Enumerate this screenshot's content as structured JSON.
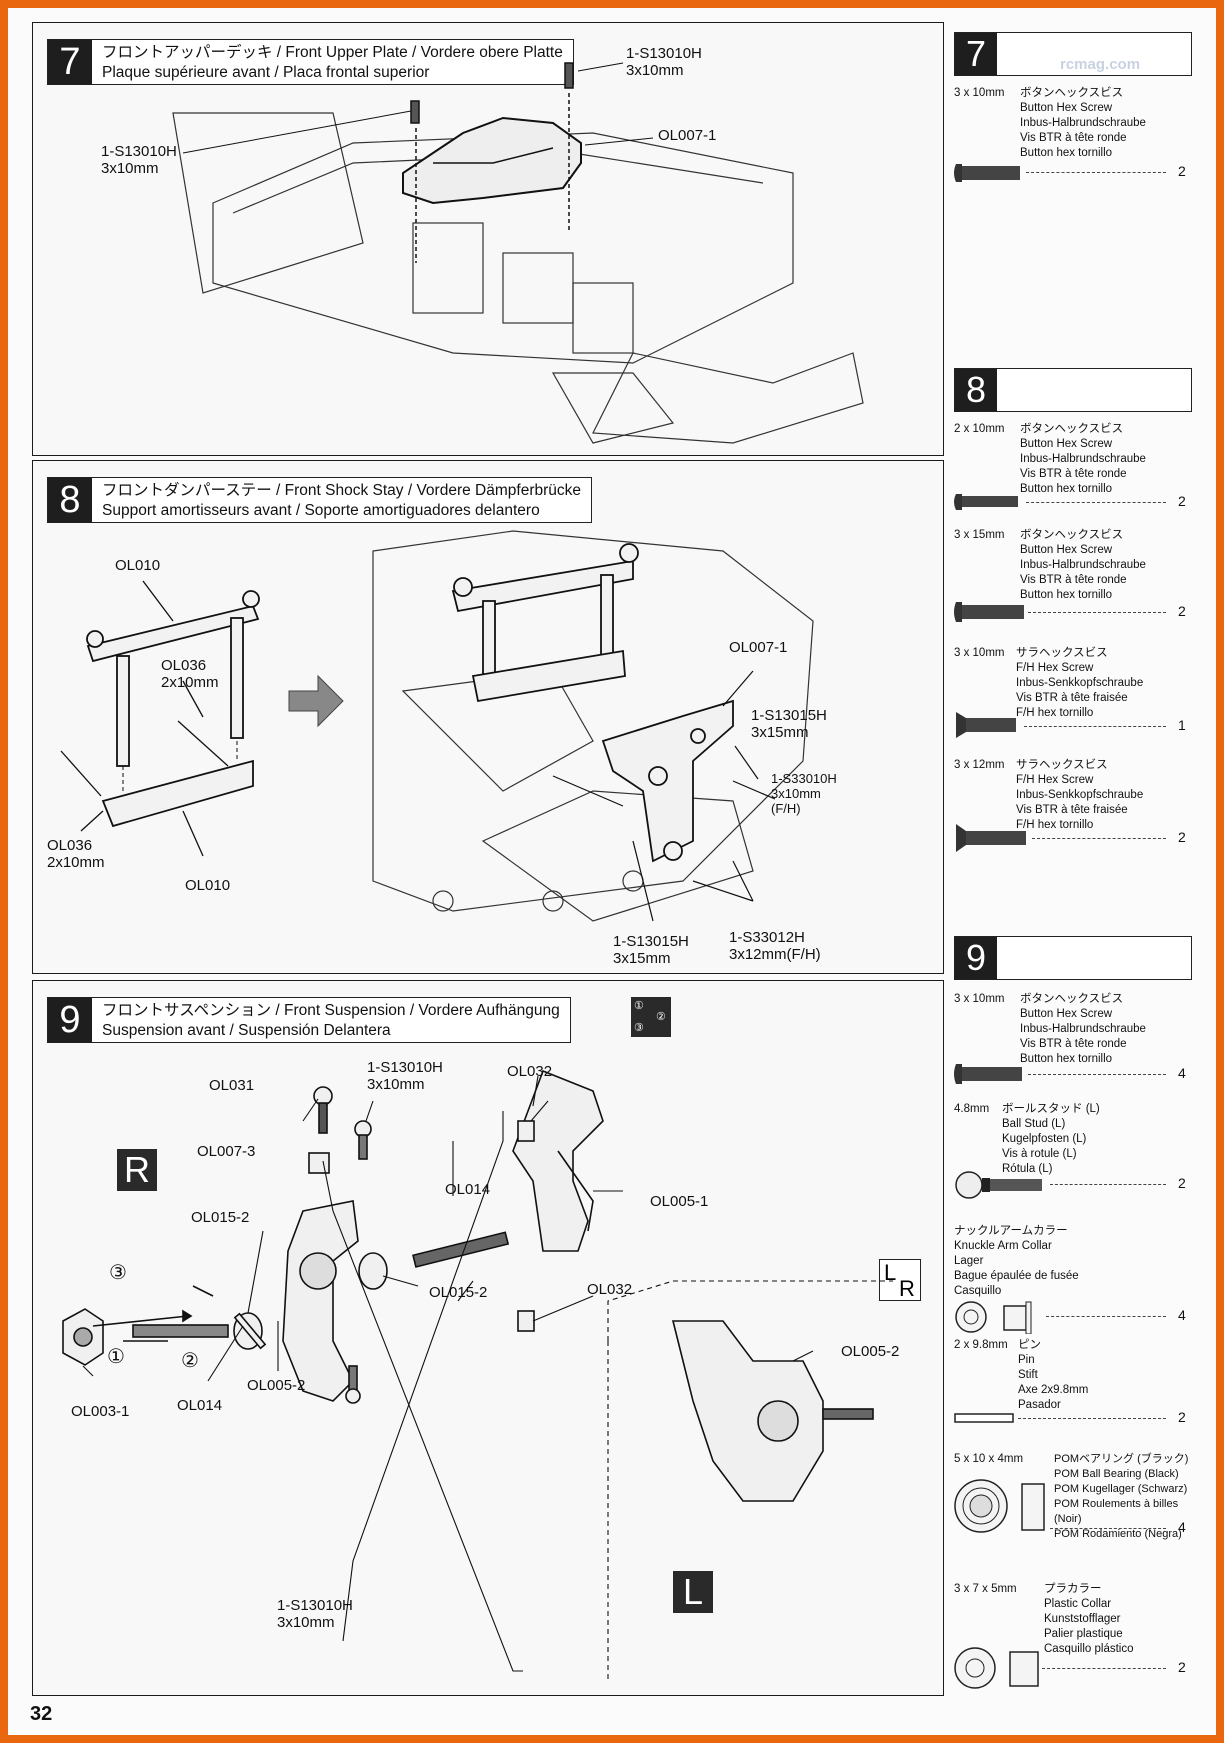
{
  "page_number": "32",
  "watermark": "rcmag.com",
  "steps": [
    {
      "number": "7",
      "title_line1": "フロントアッパーデッキ / Front Upper Plate / Vordere obere Platte",
      "title_line2": "Plaque supérieure avant / Placa frontal superior",
      "callouts": {
        "screw_top_right": [
          "1-S13010H",
          "3x10mm"
        ],
        "screw_left": [
          "1-S13010H",
          "3x10mm"
        ],
        "plate": [
          "OL007-1"
        ]
      }
    },
    {
      "number": "8",
      "title_line1": "フロントダンパーステー / Front Shock Stay / Vordere Dämpferbrücke",
      "title_line2": "Support amortisseurs avant / Soporte amortiguadores delantero",
      "callouts": {
        "stay_top": [
          "OL010"
        ],
        "screw_mid": [
          "OL036",
          "2x10mm"
        ],
        "screw_left": [
          "OL036",
          "2x10mm"
        ],
        "stay_bottom": [
          "OL010"
        ],
        "shock_tower": [
          "OL007-1"
        ],
        "screw_15a": [
          "1-S13015H",
          "3x15mm"
        ],
        "screw_fh10": [
          "1-S33010H",
          "3x10mm",
          "(F/H)"
        ],
        "screw_15b": [
          "1-S13015H",
          "3x15mm"
        ],
        "screw_fh12": [
          "1-S33012H",
          "3x12mm(F/H)"
        ]
      }
    },
    {
      "number": "9",
      "title_line1": "フロントサスペンション / Front Suspension / Vordere Aufhängung",
      "title_line2": "Suspension avant / Suspensión Delantera",
      "side_R": "R",
      "side_L": "L",
      "lr_mark": [
        "L",
        "R"
      ],
      "order_icon": [
        "①",
        "②",
        "③"
      ],
      "callouts": {
        "ol031": [
          "OL031"
        ],
        "screw_top": [
          "1-S13010H",
          "3x10mm"
        ],
        "ol032_top": [
          "OL032"
        ],
        "ol007_3": [
          "OL007-3"
        ],
        "ol014_top": [
          "OL014"
        ],
        "ol005_1": [
          "OL005-1"
        ],
        "ol015_2a": [
          "OL015-2"
        ],
        "ol015_2b": [
          "OL015-2"
        ],
        "ol032_bottom": [
          "OL032"
        ],
        "ol005_2_right": [
          "OL005-2"
        ],
        "ol003_1": [
          "OL003-1"
        ],
        "ol014_bottom": [
          "OL014"
        ],
        "ol005_2_left": [
          "OL005-2"
        ],
        "screw_bottom": [
          "1-S13010H",
          "3x10mm"
        ],
        "step_marks": [
          "③",
          "①",
          "②"
        ]
      }
    }
  ],
  "parts_lists": [
    {
      "step": "7",
      "parts": [
        {
          "size": "3 x 10mm",
          "names": [
            "ボタンヘックスビス",
            "Button Hex Screw",
            "Inbus-Halbrundschraube",
            "Vis BTR à tête ronde",
            "Button hex tornillo"
          ],
          "qty": "2"
        }
      ]
    },
    {
      "step": "8",
      "parts": [
        {
          "size": "2 x 10mm",
          "names": [
            "ボタンヘックスビス",
            "Button Hex Screw",
            "Inbus-Halbrundschraube",
            "Vis BTR à tête ronde",
            "Button hex tornillo"
          ],
          "qty": "2"
        },
        {
          "size": "3 x 15mm",
          "names": [
            "ボタンヘックスビス",
            "Button Hex Screw",
            "Inbus-Halbrundschraube",
            "Vis BTR à tête ronde",
            "Button hex tornillo"
          ],
          "qty": "2"
        },
        {
          "size": "3 x 10mm",
          "names": [
            "サラヘックスビス",
            "F/H Hex Screw",
            "Inbus-Senkkopfschraube",
            "Vis BTR à tête fraisée",
            "F/H hex tornillo"
          ],
          "qty": "1"
        },
        {
          "size": "3 x 12mm",
          "names": [
            "サラヘックスビス",
            "F/H Hex Screw",
            "Inbus-Senkkopfschraube",
            "Vis BTR à tête fraisée",
            "F/H hex tornillo"
          ],
          "qty": "2"
        }
      ]
    },
    {
      "step": "9",
      "parts": [
        {
          "size": "3 x 10mm",
          "names": [
            "ボタンヘックスビス",
            "Button Hex Screw",
            "Inbus-Halbrundschraube",
            "Vis BTR à tête ronde",
            "Button hex tornillo"
          ],
          "qty": "4"
        },
        {
          "size": "4.8mm",
          "names": [
            "ボールスタッド (L)",
            "Ball Stud (L)",
            "Kugelpfosten (L)",
            "Vis à rotule (L)",
            "Rótula (L)"
          ],
          "qty": "2"
        },
        {
          "size": "",
          "names": [
            "ナックルアームカラー",
            "Knuckle Arm Collar",
            "Lager",
            "Bague épaulée de fusée",
            "Casquillo"
          ],
          "qty": "4"
        },
        {
          "size": "2 x 9.8mm",
          "names": [
            "ピン",
            "Pin",
            "Stift",
            "Axe 2x9.8mm",
            "Pasador"
          ],
          "qty": "2"
        },
        {
          "size": "5 x 10 x 4mm",
          "names": [
            "POMベアリング (ブラック)",
            "POM Ball Bearing (Black)",
            "POM Kugellager (Schwarz)",
            "POM Roulements à billes (Noir)",
            "POM Rodamiento (Negra)"
          ],
          "qty": "4"
        },
        {
          "size": "3 x 7 x 5mm",
          "names": [
            "プラカラー",
            "Plastic Collar",
            "Kunststofflager",
            "Palier plastique",
            "Casquillo plástico"
          ],
          "qty": "2"
        }
      ]
    }
  ]
}
